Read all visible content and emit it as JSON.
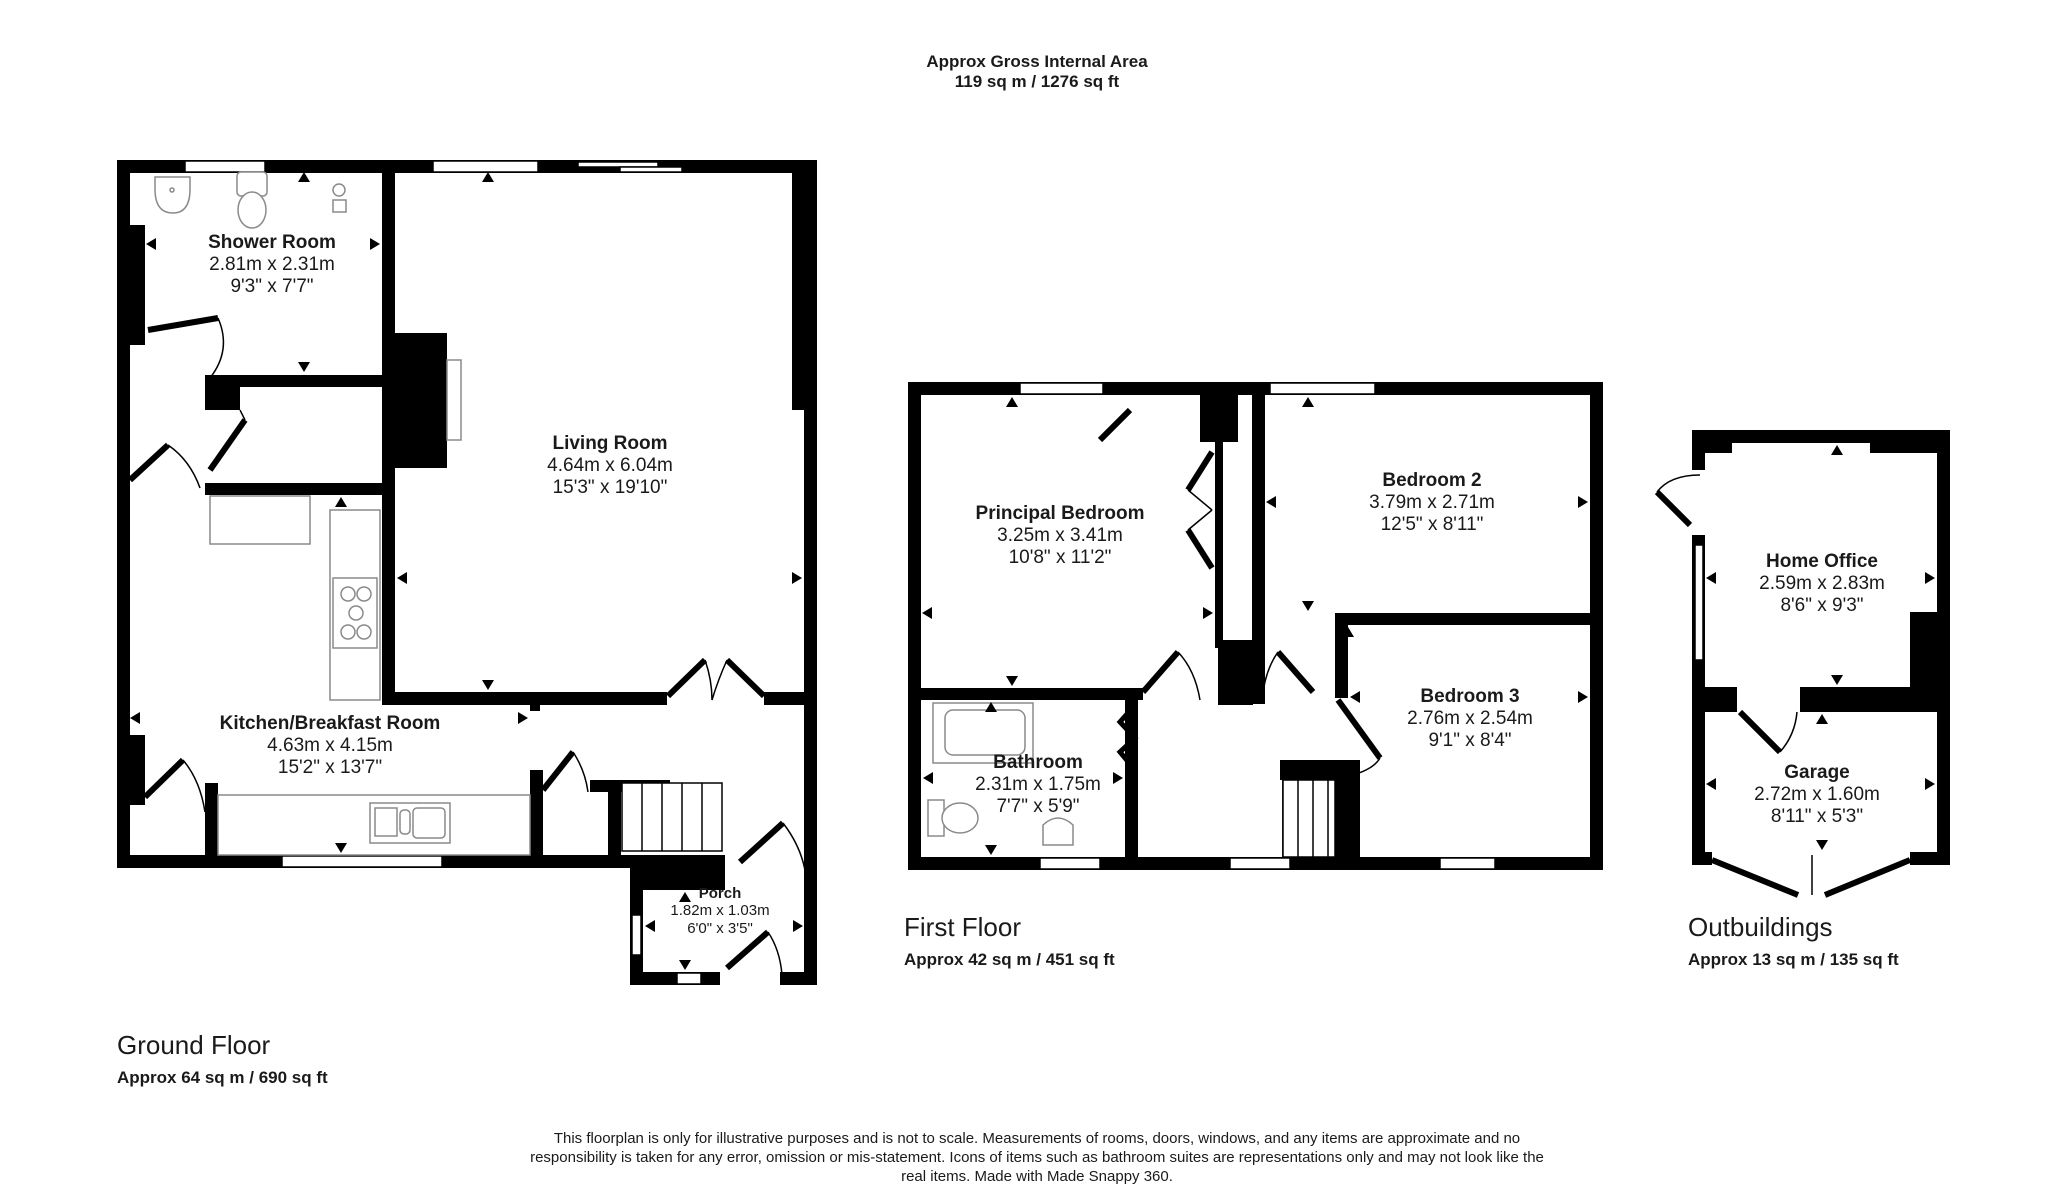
{
  "header": {
    "title": "Approx Gross Internal Area",
    "area": "119 sq m / 1276 sq ft"
  },
  "floors": {
    "ground": {
      "title": "Ground Floor",
      "area": "Approx 64 sq m / 690 sq ft",
      "rooms": {
        "shower_room": {
          "name": "Shower Room",
          "metric": "2.81m x 2.31m",
          "imperial": "9'3\" x 7'7\""
        },
        "living_room": {
          "name": "Living Room",
          "metric": "4.64m x 6.04m",
          "imperial": "15'3\" x 19'10\""
        },
        "kitchen": {
          "name": "Kitchen/Breakfast Room",
          "metric": "4.63m x 4.15m",
          "imperial": "15'2\" x 13'7\""
        },
        "porch": {
          "name": "Porch",
          "metric": "1.82m x 1.03m",
          "imperial": "6'0\" x 3'5\""
        }
      }
    },
    "first": {
      "title": "First Floor",
      "area": "Approx 42 sq m / 451 sq ft",
      "rooms": {
        "principal_bedroom": {
          "name": "Principal Bedroom",
          "metric": "3.25m x 3.41m",
          "imperial": "10'8\" x 11'2\""
        },
        "bedroom_2": {
          "name": "Bedroom 2",
          "metric": "3.79m x 2.71m",
          "imperial": "12'5\" x 8'11\""
        },
        "bedroom_3": {
          "name": "Bedroom 3",
          "metric": "2.76m x 2.54m",
          "imperial": "9'1\" x 8'4\""
        },
        "bathroom": {
          "name": "Bathroom",
          "metric": "2.31m x 1.75m",
          "imperial": "7'7\" x 5'9\""
        }
      }
    },
    "outbuildings": {
      "title": "Outbuildings",
      "area": "Approx 13 sq m / 135 sq ft",
      "rooms": {
        "home_office": {
          "name": "Home Office",
          "metric": "2.59m x 2.83m",
          "imperial": "8'6\" x 9'3\""
        },
        "garage": {
          "name": "Garage",
          "metric": "2.72m x 1.60m",
          "imperial": "8'11\" x 5'3\""
        }
      }
    }
  },
  "disclaimer": "This floorplan is only for illustrative purposes and is not to scale. Measurements of rooms, doors, windows, and any items are approximate and no responsibility is taken for any error, omission or mis-statement. Icons of items such as bathroom suites are representations only and may not look like the real items. Made with Made Snappy 360."
}
